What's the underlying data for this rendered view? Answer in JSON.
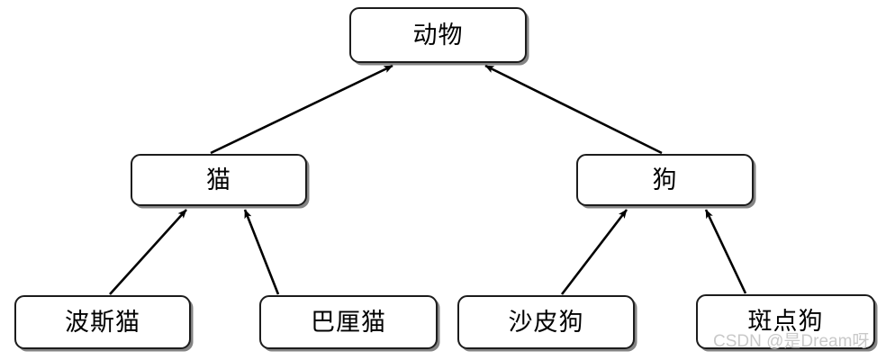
{
  "diagram": {
    "type": "uml-generalization-hierarchy",
    "background_color": "#ffffff",
    "node_fill_color": "#ffffff",
    "node_border_color": "#1c1c1c",
    "edge_color": "#000000",
    "nodes": [
      {
        "id": "root",
        "label": "动物",
        "level": 0
      },
      {
        "id": "cat",
        "label": "猫",
        "level": 1
      },
      {
        "id": "dog",
        "label": "狗",
        "level": 1
      },
      {
        "id": "persian",
        "label": "波斯猫",
        "level": 2
      },
      {
        "id": "balinese",
        "label": "巴厘猫",
        "level": 2
      },
      {
        "id": "sharpei",
        "label": "沙皮狗",
        "level": 2
      },
      {
        "id": "dalmatian",
        "label": "斑点狗",
        "level": 2
      }
    ],
    "edges": [
      {
        "from": "cat",
        "to": "root",
        "arrow": "filled-triangle",
        "direction": "child-to-parent"
      },
      {
        "from": "dog",
        "to": "root",
        "arrow": "filled-triangle",
        "direction": "child-to-parent"
      },
      {
        "from": "persian",
        "to": "cat",
        "arrow": "filled-triangle",
        "direction": "child-to-parent"
      },
      {
        "from": "balinese",
        "to": "cat",
        "arrow": "filled-triangle",
        "direction": "child-to-parent"
      },
      {
        "from": "sharpei",
        "to": "dog",
        "arrow": "filled-triangle",
        "direction": "child-to-parent"
      },
      {
        "from": "dalmatian",
        "to": "dog",
        "arrow": "filled-triangle",
        "direction": "child-to-parent"
      }
    ]
  },
  "watermark": {
    "text": "CSDN @是Dream呀",
    "color": "#c9c9c9"
  }
}
